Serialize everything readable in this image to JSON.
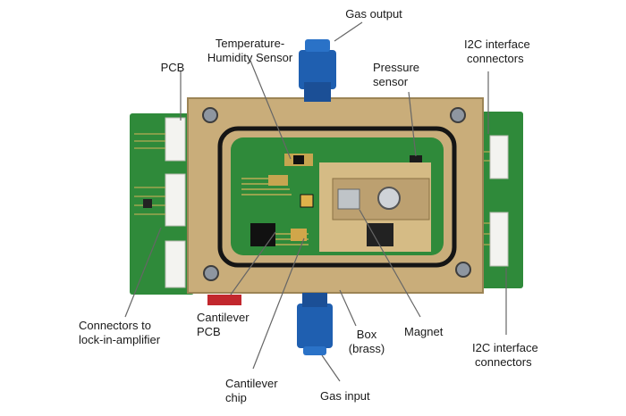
{
  "labels": {
    "gas_output": "Gas output",
    "temp_humidity_sensor_line1": "Temperature-",
    "temp_humidity_sensor_line2": "Humidity Sensor",
    "pcb": "PCB",
    "pressure_sensor_line1": "Pressure",
    "pressure_sensor_line2": "sensor",
    "i2c_top_line1": "I2C interface",
    "i2c_top_line2": "connectors",
    "connectors_lockin_line1": "Connectors to",
    "connectors_lockin_line2": "lock-in-amplifier",
    "cantilever_pcb_line1": "Cantilever",
    "cantilever_pcb_line2": "PCB",
    "box_line1": "Box",
    "box_line2": "(brass)",
    "magnet": "Magnet",
    "i2c_bottom_line1": "I2C interface",
    "i2c_bottom_line2": "connectors",
    "cantilever_chip_line1": "Cantilever",
    "cantilever_chip_line2": "chip",
    "gas_input": "Gas input"
  },
  "colors": {
    "pcb_green": "#2f8a3a",
    "brass": "#c9ad7a",
    "fitting_blue": "#1f5fb0",
    "gasket": "#151515"
  }
}
